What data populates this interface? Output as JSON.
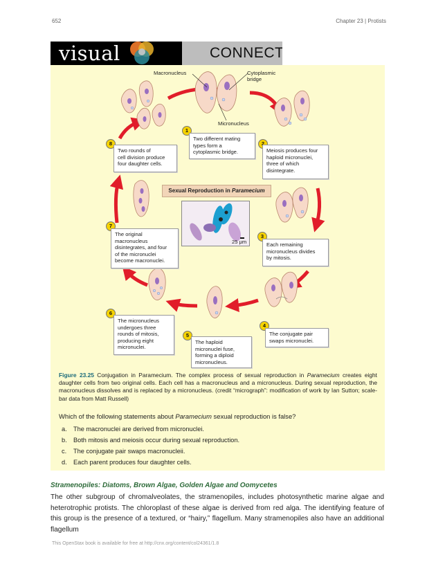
{
  "header": {
    "page_number": "652",
    "chapter": "Chapter 23 | Protists"
  },
  "banner": {
    "visual": "visual",
    "connection": "CONNECTION"
  },
  "figure": {
    "title_prefix": "Sexual Reproduction in ",
    "title_italic": "Paramecium",
    "labels": {
      "macronucleus": "Macronucleus",
      "cytoplasmic_bridge_1": "Cytoplasmic",
      "cytoplasmic_bridge_2": "bridge",
      "micronucleus": "Micronucleus"
    },
    "scale_bar": "25 μm",
    "steps": [
      {
        "num": "1",
        "text": [
          "Two different mating",
          "types form a",
          "cytoplasmic bridge."
        ]
      },
      {
        "num": "2",
        "text": [
          "Meiosis produces four",
          "haploid micronuclei,",
          "three of which",
          "disintegrate."
        ]
      },
      {
        "num": "3",
        "text": [
          "Each remaining",
          "micronucleus divides",
          "by mitosis."
        ]
      },
      {
        "num": "4",
        "text": [
          "The conjugate pair",
          "swaps micronuclei."
        ]
      },
      {
        "num": "5",
        "text": [
          "The haploid",
          "micronuclei fuse,",
          "forming a diploid",
          "micronucleus."
        ]
      },
      {
        "num": "6",
        "text": [
          "The micronucleus",
          "undergoes three",
          "rounds of mitosis,",
          "producing eight",
          "micronuclei."
        ]
      },
      {
        "num": "7",
        "text": [
          "The original",
          "macronucleus",
          "disintegrates, and four",
          "of the micronuclei",
          "become macronuclei."
        ]
      },
      {
        "num": "8",
        "text": [
          "Two rounds of",
          "cell division produce",
          "four daughter cells."
        ]
      }
    ],
    "colors": {
      "panel_bg": "#fdfbcf",
      "arrow": "#e11d2a",
      "cell": "#f7d9c8",
      "macronucleus": "#9a6fc0",
      "micronucleus": "#c9d7f0",
      "badge": "#f6d300"
    }
  },
  "caption": {
    "label": "Figure 23.25",
    "t1": " Conjugation in Paramecium. The complex process of sexual reproduction in ",
    "t1_italic": "Paramecium",
    "t2": " creates eight daughter cells from two original cells. Each cell has a macronucleus and a micronucleus. During sexual reproduction, the macronucleus dissolves and is replaced by a micronucleus. (credit “micrograph”: modification of work by Ian Sutton; scale-bar data from Matt Russell)"
  },
  "question": {
    "prefix": "Which of the following statements about ",
    "italic": "Paramecium",
    "suffix": " sexual reproduction is false?",
    "options": [
      {
        "letter": "a.",
        "text": "The macronuclei are derived from micronuclei."
      },
      {
        "letter": "b.",
        "text": "Both mitosis and meiosis occur during sexual reproduction."
      },
      {
        "letter": "c.",
        "text": "The conjugate pair swaps macronucleii."
      },
      {
        "letter": "d.",
        "text": "Each parent produces four daughter cells."
      }
    ]
  },
  "section": {
    "heading": "Stramenopiles: Diatoms, Brown Algae, Golden Algae and Oomycetes",
    "body": "The other subgroup of chromalveolates, the stramenopiles, includes photosynthetic marine algae and heterotrophic protists. The chloroplast of these algae is derived from red alga. The identifying feature of this group is the presence of a textured, or “hairy,” flagellum. Many stramenopiles also have an additional flagellum"
  },
  "footer": {
    "text": "This OpenStax book is available for free at http://cnx.org/content/col24361/1.8"
  }
}
